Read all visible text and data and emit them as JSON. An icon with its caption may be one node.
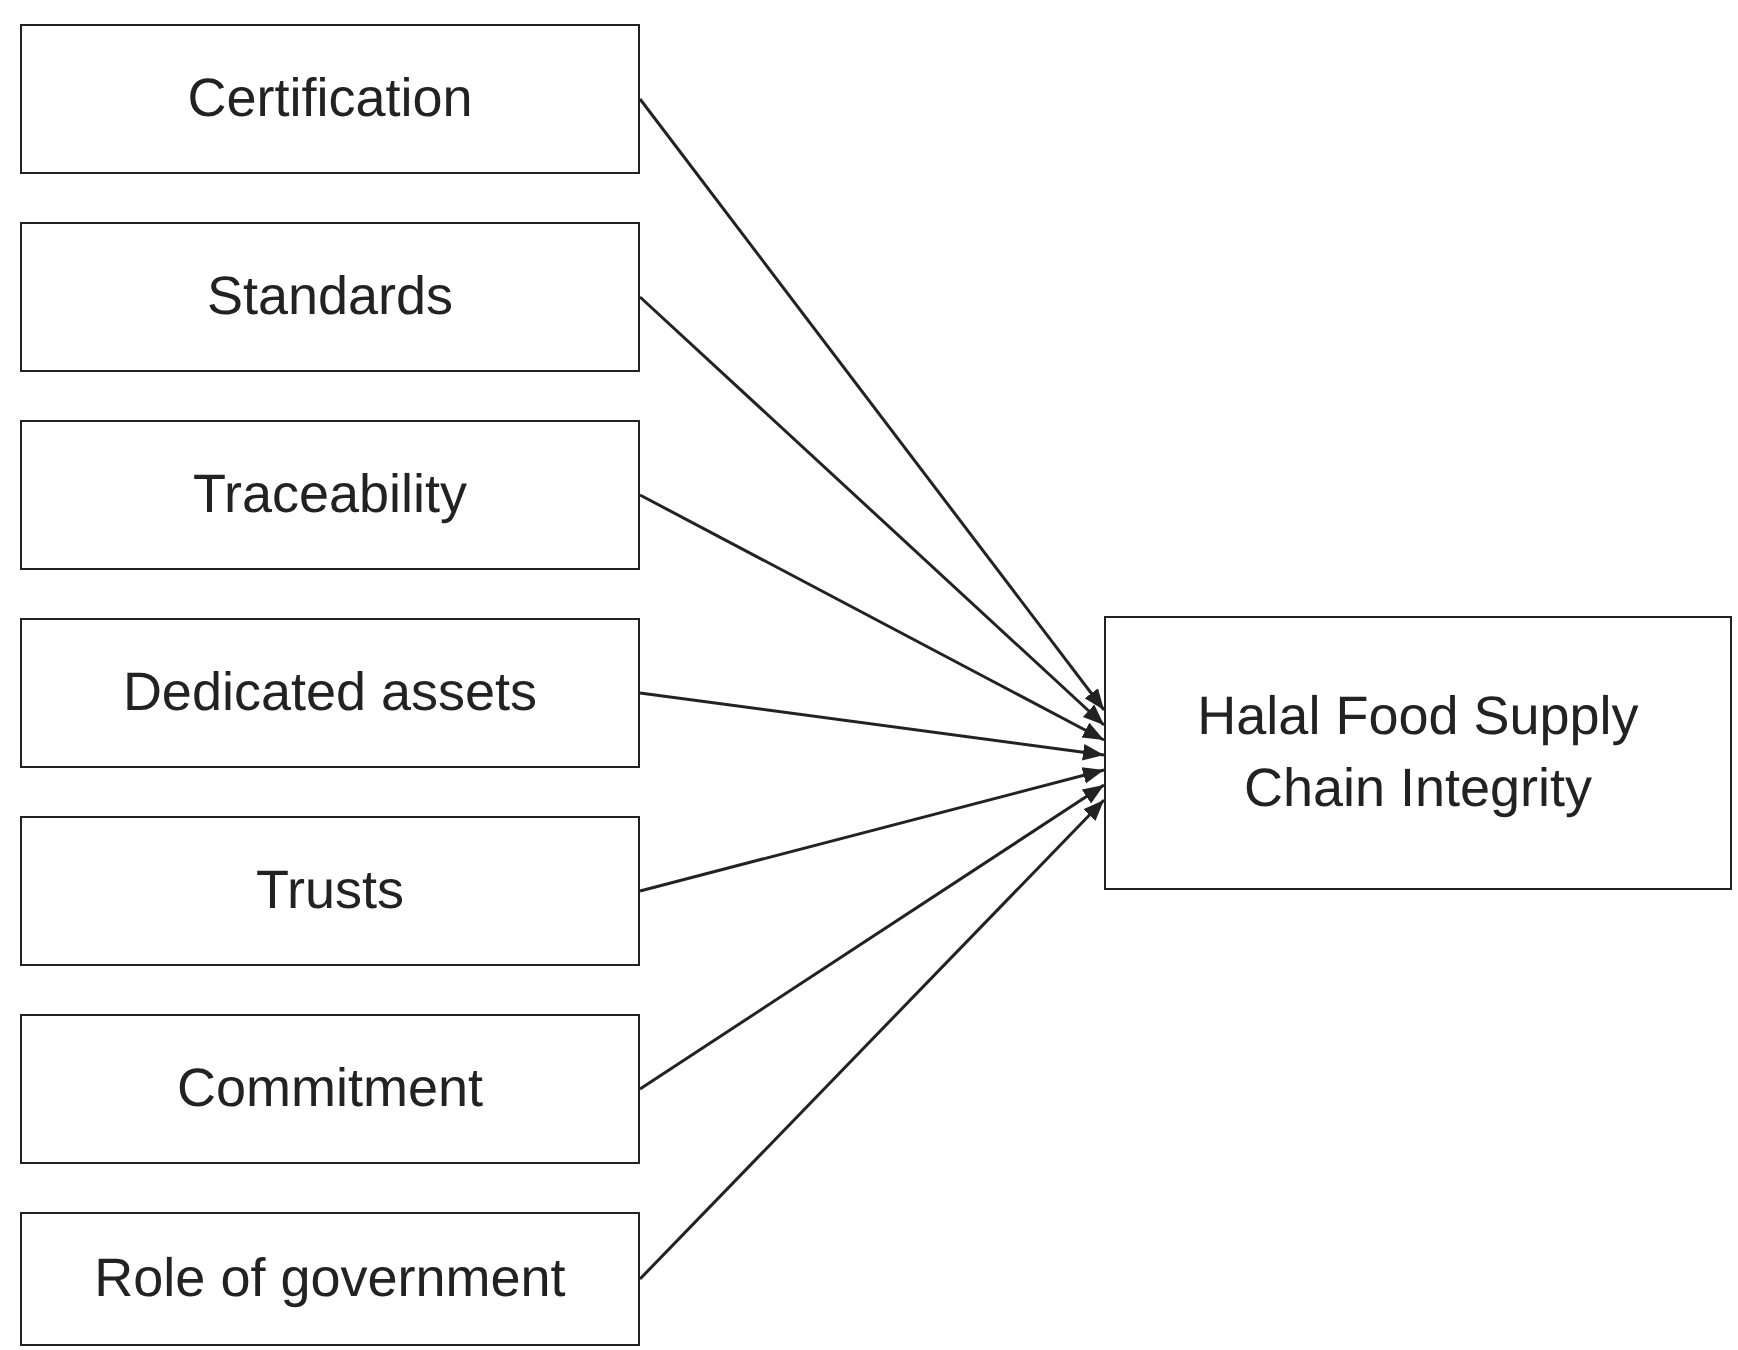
{
  "diagram": {
    "nodes": [
      {
        "text": [
          "Certification"
        ]
      },
      {
        "text": [
          "Standards"
        ]
      },
      {
        "text": [
          "Traceability"
        ]
      },
      {
        "text": [
          "Dedicated assets"
        ]
      },
      {
        "text": [
          "Trusts"
        ]
      },
      {
        "text": [
          "Commitment"
        ]
      },
      {
        "text": [
          "Role of government"
        ]
      },
      {
        "text": [
          "Halal Food Supply Chain Integrity"
        ]
      }
    ],
    "edges": [
      {
        "from": 0,
        "to": 7,
        "arrow": "to"
      },
      {
        "from": 1,
        "to": 7,
        "arrow": "to"
      },
      {
        "from": 2,
        "to": 7,
        "arrow": "to"
      },
      {
        "from": 3,
        "to": 7,
        "arrow": "to"
      },
      {
        "from": 4,
        "to": 7,
        "arrow": "to"
      },
      {
        "from": 5,
        "to": 7,
        "arrow": "to"
      },
      {
        "from": 6,
        "to": 7,
        "arrow": "to"
      }
    ]
  }
}
